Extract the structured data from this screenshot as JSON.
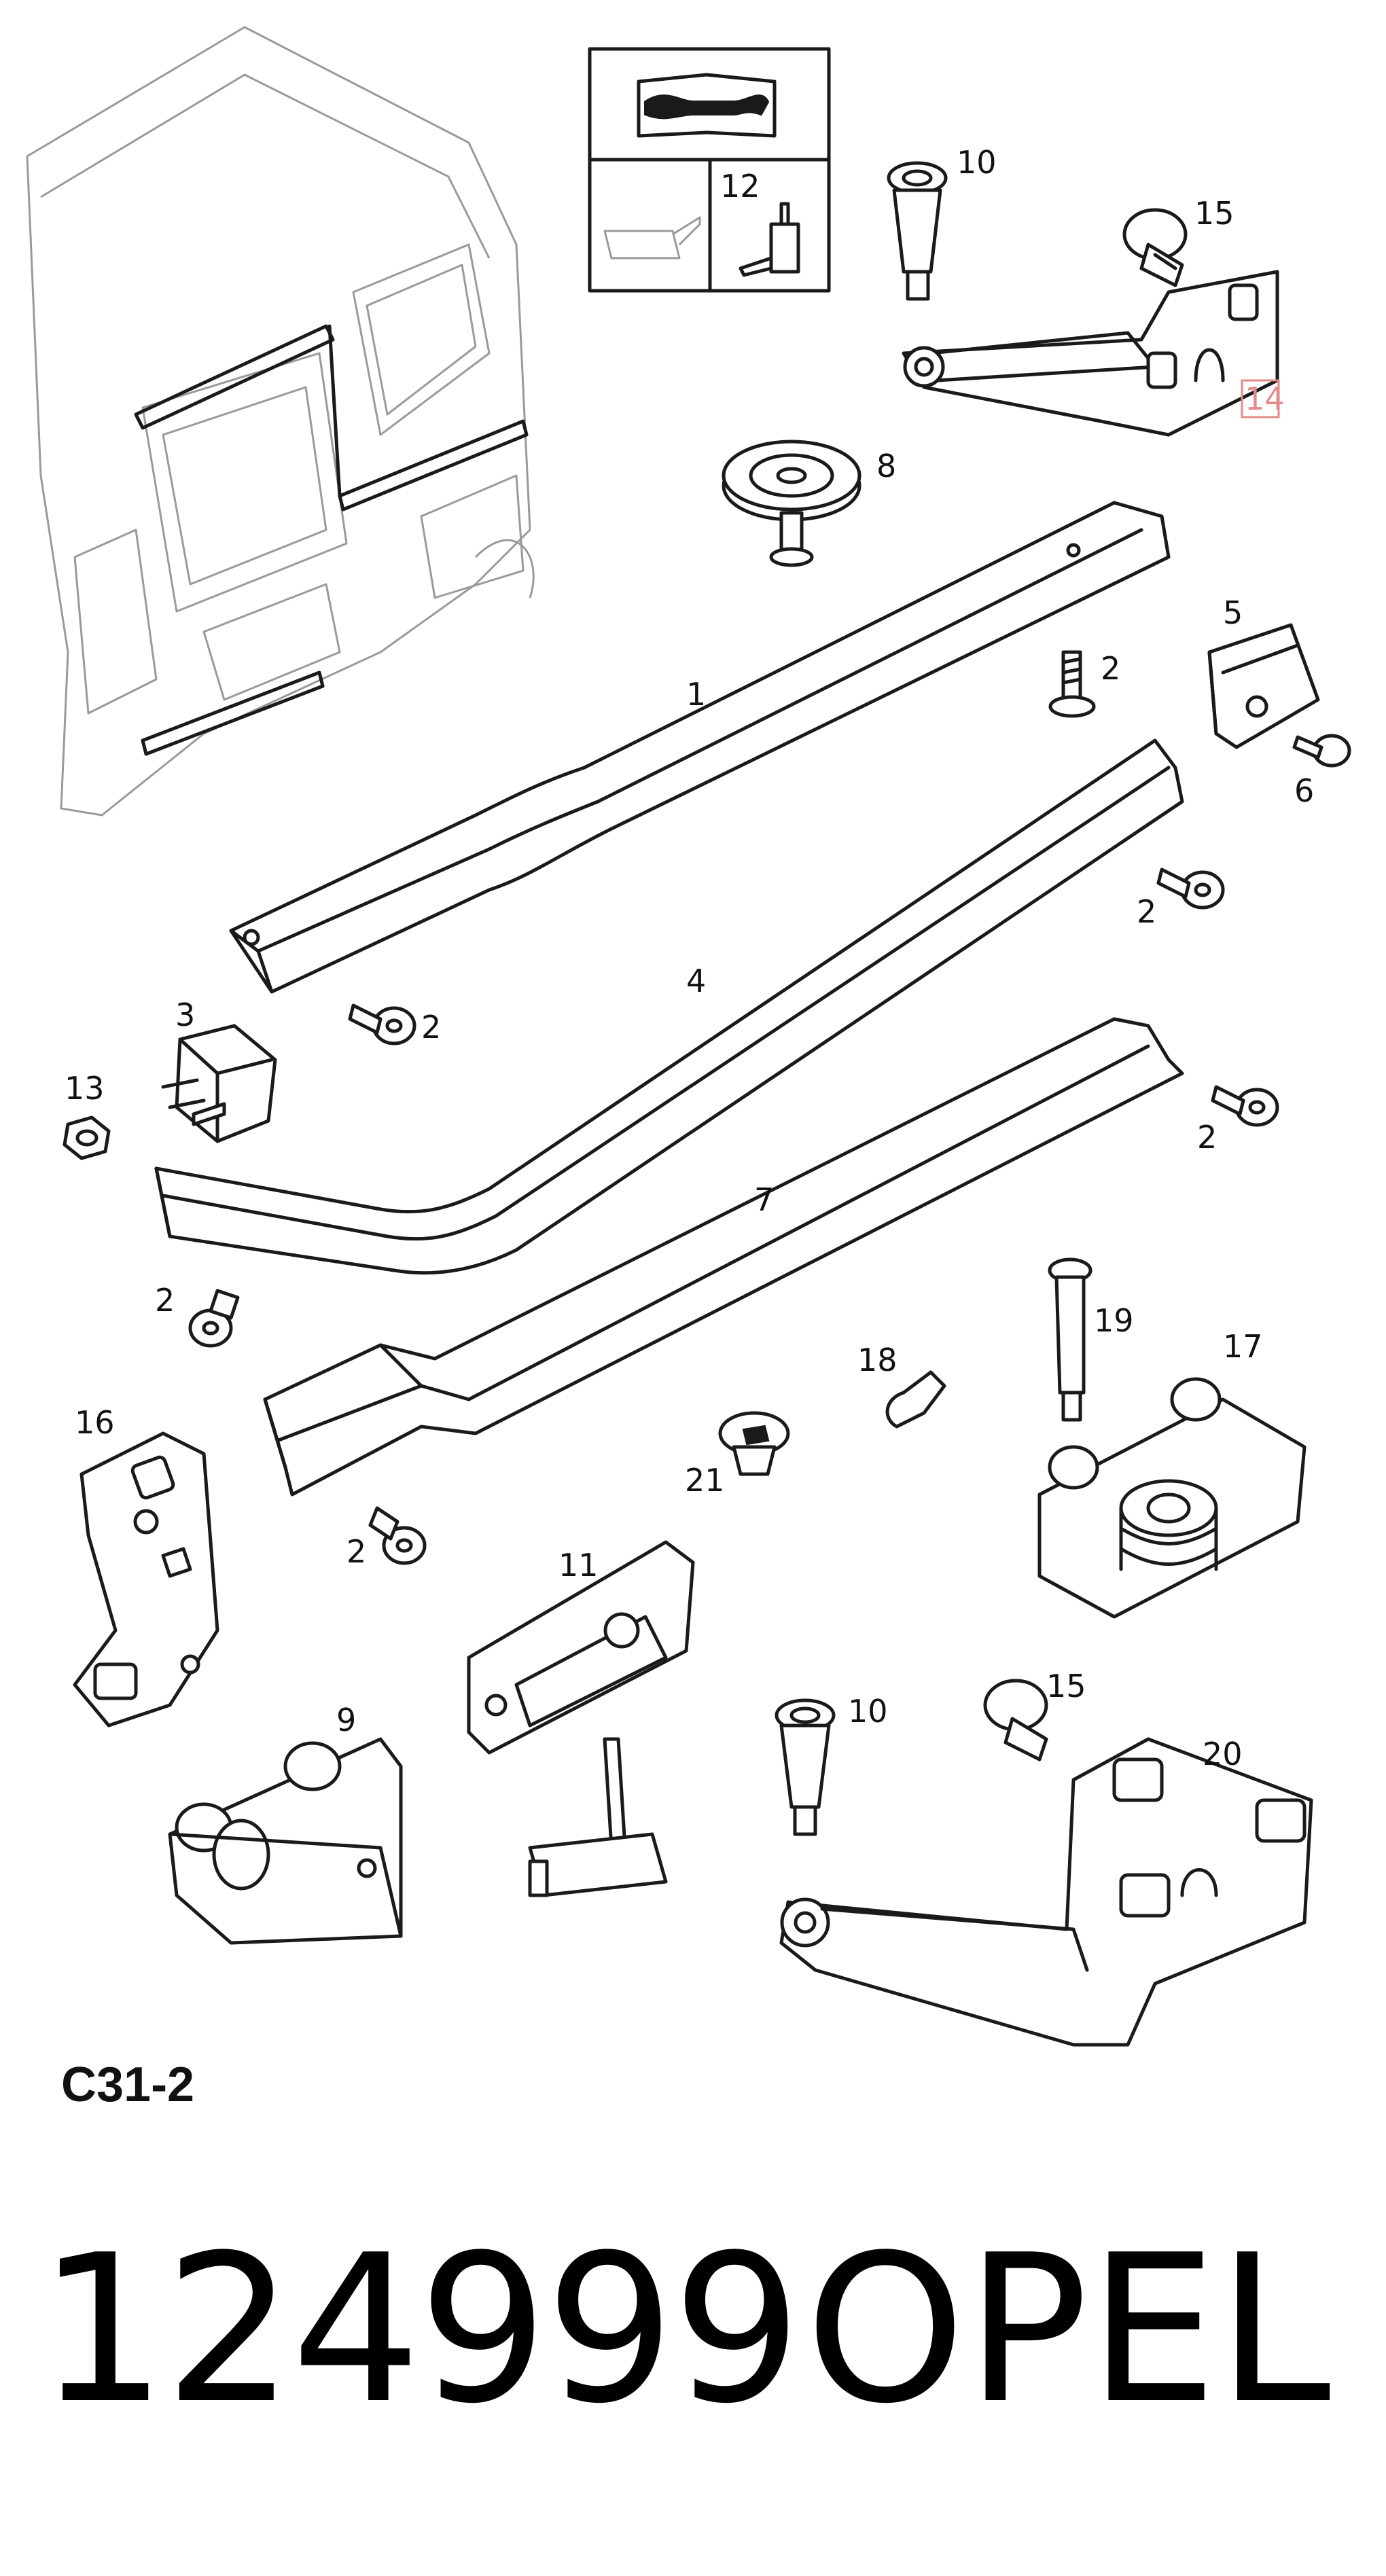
{
  "callouts": [
    {
      "id": "c10a",
      "text": "10"
    },
    {
      "id": "c12",
      "text": "12"
    },
    {
      "id": "c15a",
      "text": "15"
    },
    {
      "id": "c14",
      "text": "14"
    },
    {
      "id": "c8",
      "text": "8"
    },
    {
      "id": "c5",
      "text": "5"
    },
    {
      "id": "c1",
      "text": "1"
    },
    {
      "id": "c2a",
      "text": "2"
    },
    {
      "id": "c6",
      "text": "6"
    },
    {
      "id": "c2b",
      "text": "2"
    },
    {
      "id": "c3",
      "text": "3"
    },
    {
      "id": "c4",
      "text": "4"
    },
    {
      "id": "c2c",
      "text": "2"
    },
    {
      "id": "c13",
      "text": "13"
    },
    {
      "id": "c2d",
      "text": "2"
    },
    {
      "id": "c7",
      "text": "7"
    },
    {
      "id": "c2e",
      "text": "2"
    },
    {
      "id": "c19",
      "text": "19"
    },
    {
      "id": "c17",
      "text": "17"
    },
    {
      "id": "c18",
      "text": "18"
    },
    {
      "id": "c16",
      "text": "16"
    },
    {
      "id": "c21",
      "text": "21"
    },
    {
      "id": "c2f",
      "text": "2"
    },
    {
      "id": "c11",
      "text": "11"
    },
    {
      "id": "c15b",
      "text": "15"
    },
    {
      "id": "c10b",
      "text": "10"
    },
    {
      "id": "c9",
      "text": "9"
    },
    {
      "id": "c20",
      "text": "20"
    }
  ],
  "highlight_color": "#e38b8b",
  "section_code": "C31-2",
  "part_number": "124999",
  "brand": "OPEL"
}
